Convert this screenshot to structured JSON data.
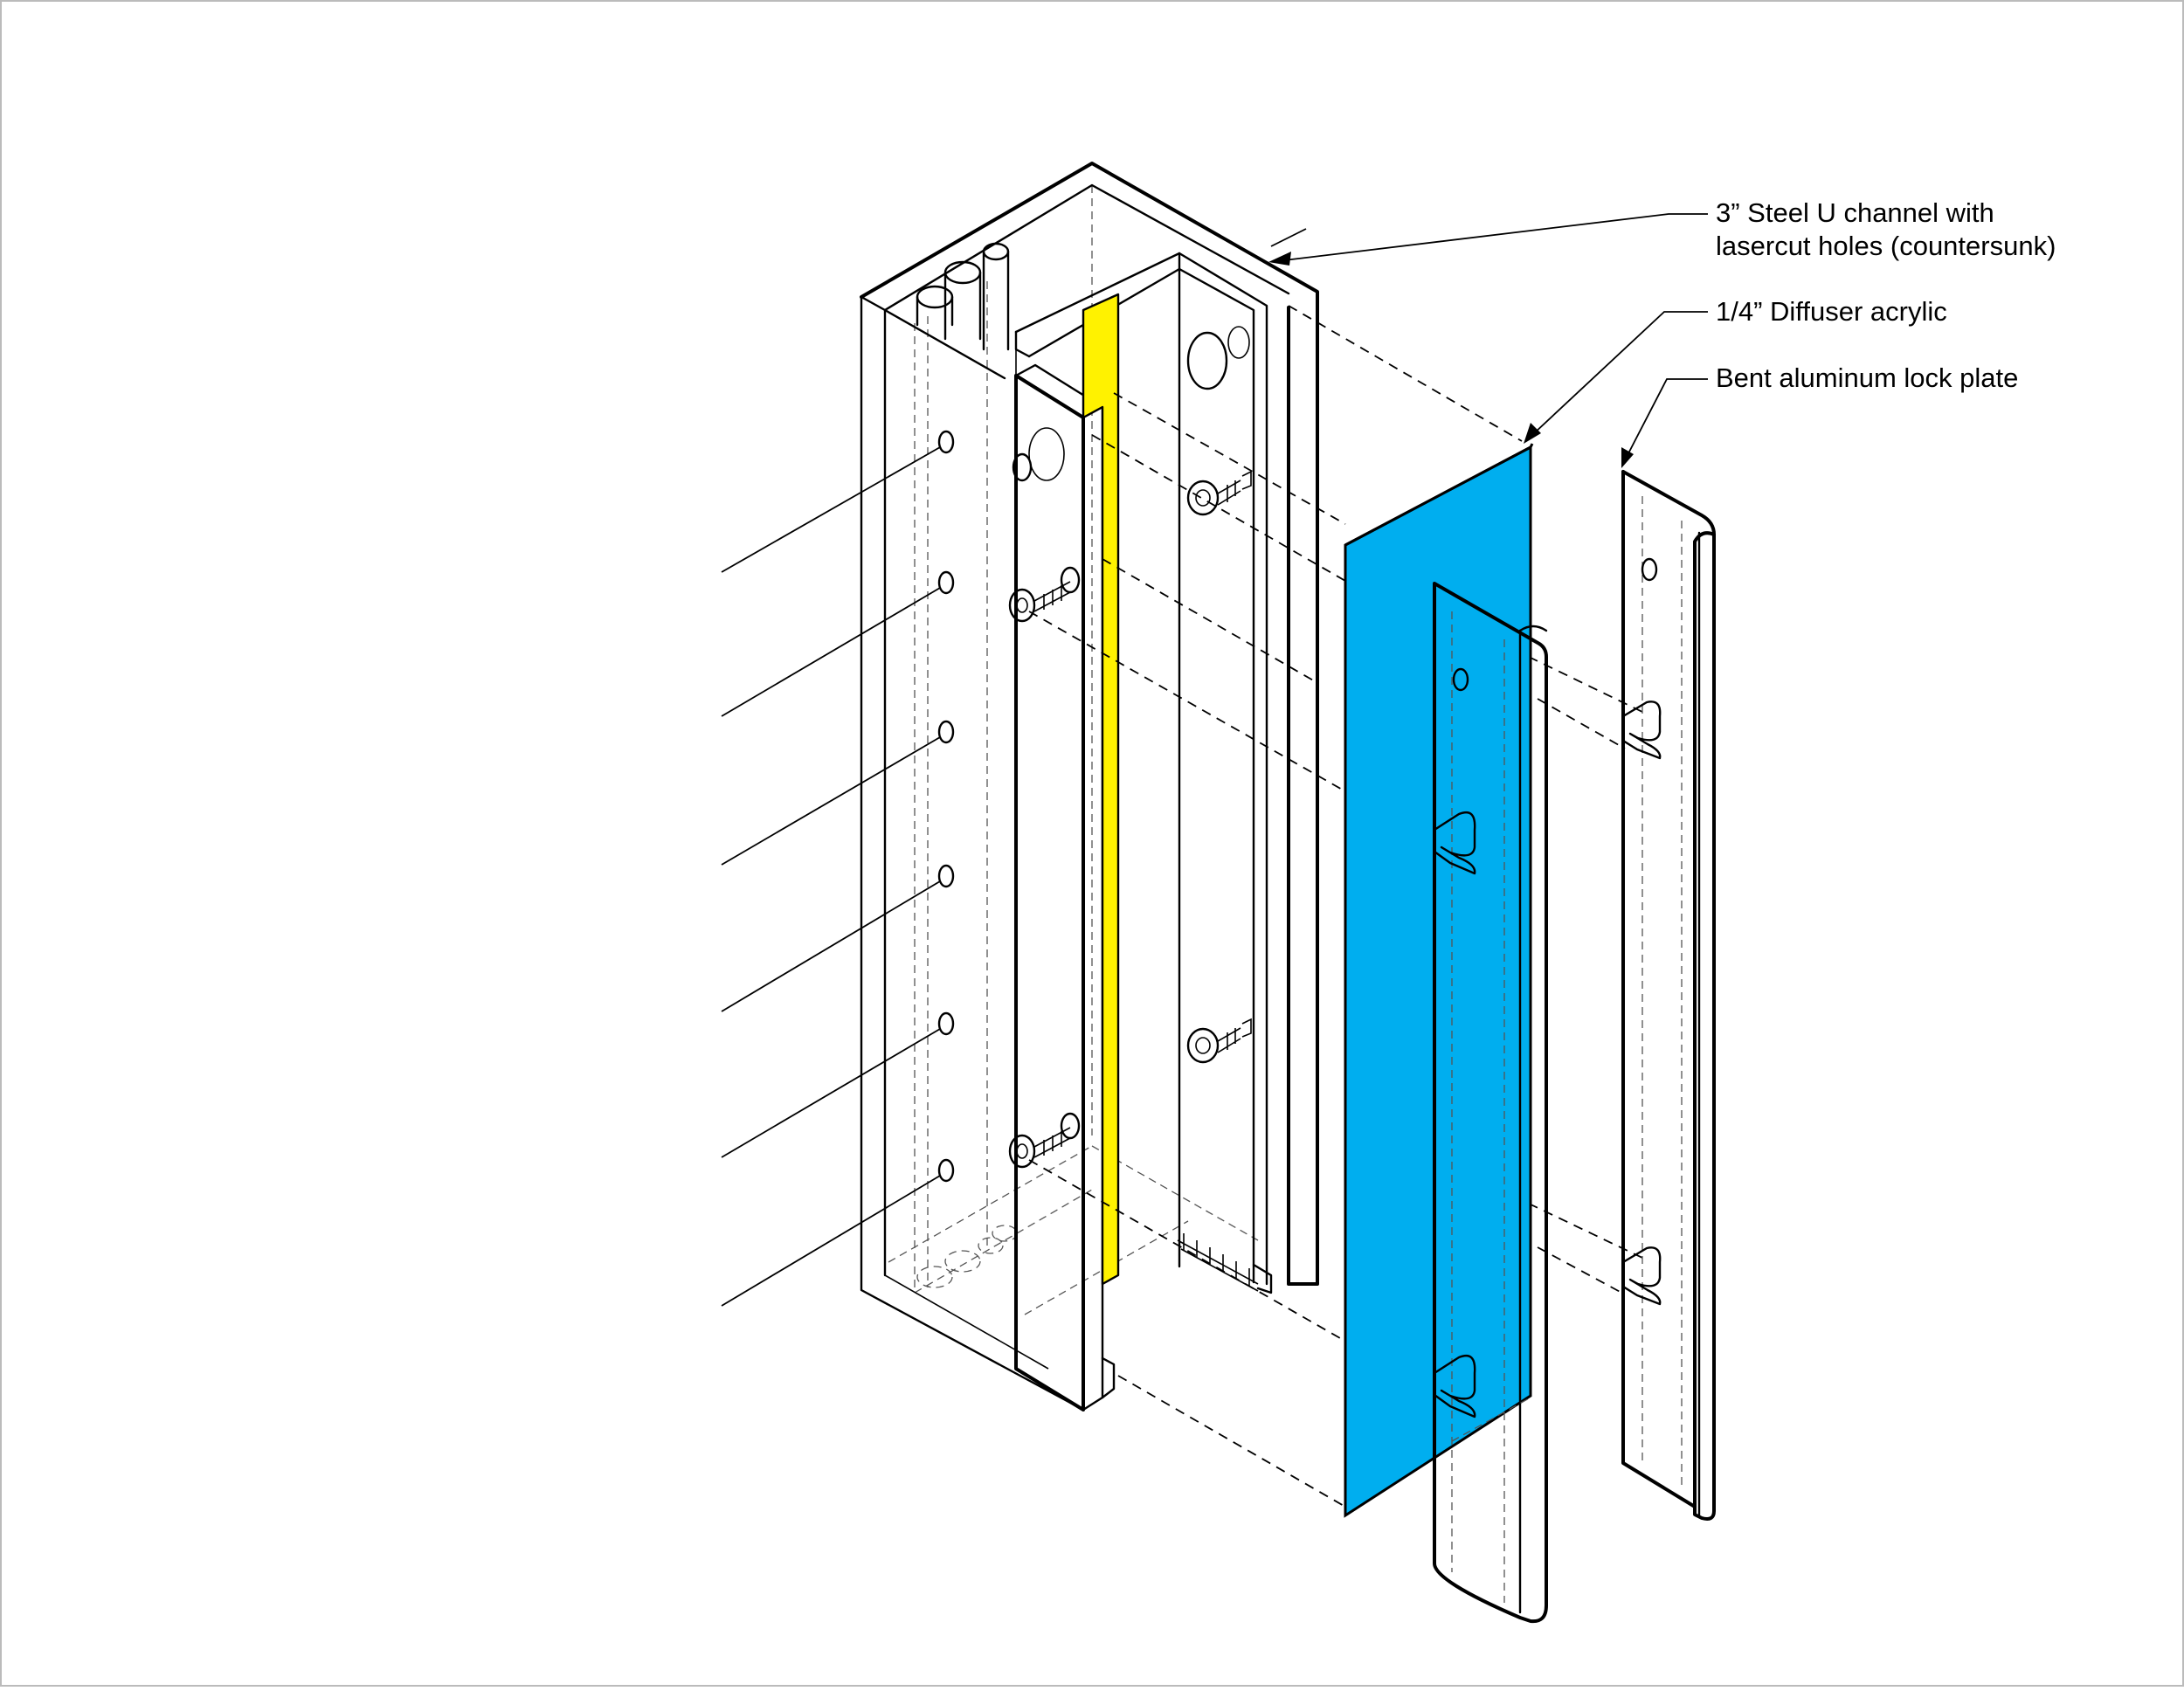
{
  "colors": {
    "acrylic_fill": "#00aeef",
    "strip_fill": "#fff200",
    "line": "#000000",
    "background": "#ffffff"
  },
  "callouts": [
    {
      "id": "u-channel",
      "lines": [
        "3” Steel  U channel with",
        "lasercut holes (countersunk)"
      ]
    },
    {
      "id": "diffuser",
      "lines": [
        "1/4” Diffuser acrylic"
      ]
    },
    {
      "id": "lock-plate",
      "lines": [
        "Bent aluminum lock plate"
      ]
    }
  ]
}
